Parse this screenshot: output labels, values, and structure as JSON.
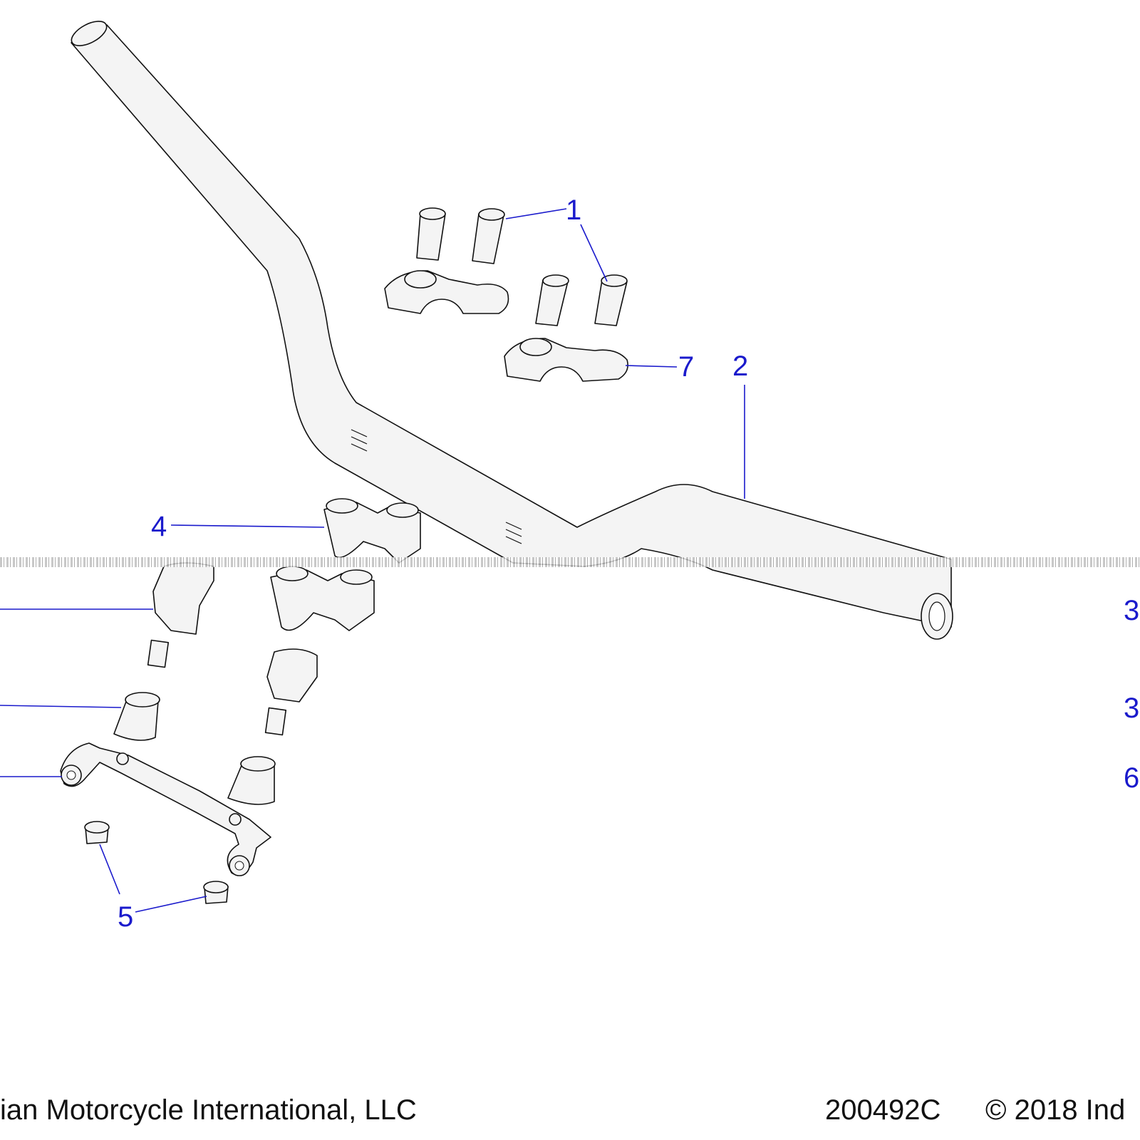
{
  "callouts": {
    "c1": "1",
    "c2": "2",
    "c3a": "3",
    "c3b": "3",
    "c4": "4",
    "c5": "5",
    "c6": "6",
    "c7": "7"
  },
  "footer": {
    "company": "ian Motorcycle International, LLC",
    "code": "200492C",
    "copyright": "© 2018 Ind"
  },
  "colors": {
    "callout": "#1a1acc",
    "outline": "#111111",
    "fill": "#f4f4f4"
  }
}
